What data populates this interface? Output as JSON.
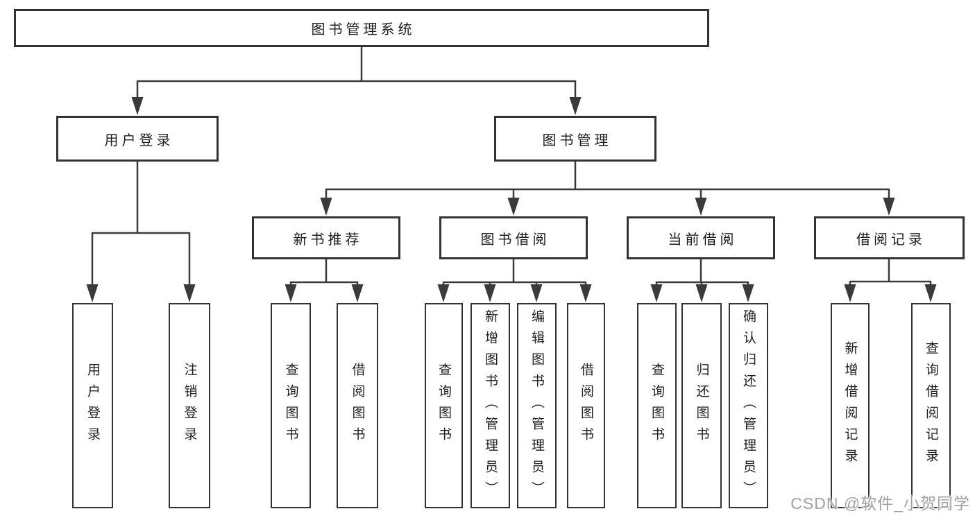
{
  "diagram": {
    "root": {
      "label": "图书管理系统"
    },
    "level2": [
      {
        "label": "用户登录"
      },
      {
        "label": "图书管理"
      }
    ],
    "level3": [
      {
        "label": "新书推荐",
        "parent": "图书管理"
      },
      {
        "label": "图书借阅",
        "parent": "图书管理"
      },
      {
        "label": "当前借阅",
        "parent": "图书管理"
      },
      {
        "label": "借阅记录",
        "parent": "图书管理"
      }
    ],
    "leaves": [
      {
        "label": "用户登录",
        "parent": "用户登录"
      },
      {
        "label": "注销登录",
        "parent": "用户登录"
      },
      {
        "label": "查询图书",
        "parent": "新书推荐"
      },
      {
        "label": "借阅图书",
        "parent": "新书推荐"
      },
      {
        "label": "查询图书",
        "parent": "图书借阅"
      },
      {
        "label": "新增图书（管理员）",
        "parent": "图书借阅"
      },
      {
        "label": "编辑图书（管理员）",
        "parent": "图书借阅"
      },
      {
        "label": "借阅图书",
        "parent": "图书借阅"
      },
      {
        "label": "查询图书",
        "parent": "当前借阅"
      },
      {
        "label": "归还图书",
        "parent": "当前借阅"
      },
      {
        "label": "确认归还（管理员）",
        "parent": "当前借阅"
      },
      {
        "label": "新增借阅记录",
        "parent": "借阅记录"
      },
      {
        "label": "查询借阅记录",
        "parent": "借阅记录"
      }
    ],
    "colors": {
      "line": "#3a3a3a",
      "border": "#333333",
      "text": "#1f1f1f",
      "background": "#ffffff"
    }
  },
  "watermark": {
    "text": "CSDN @软件_小贺同学",
    "color": "#a0a0a0"
  }
}
